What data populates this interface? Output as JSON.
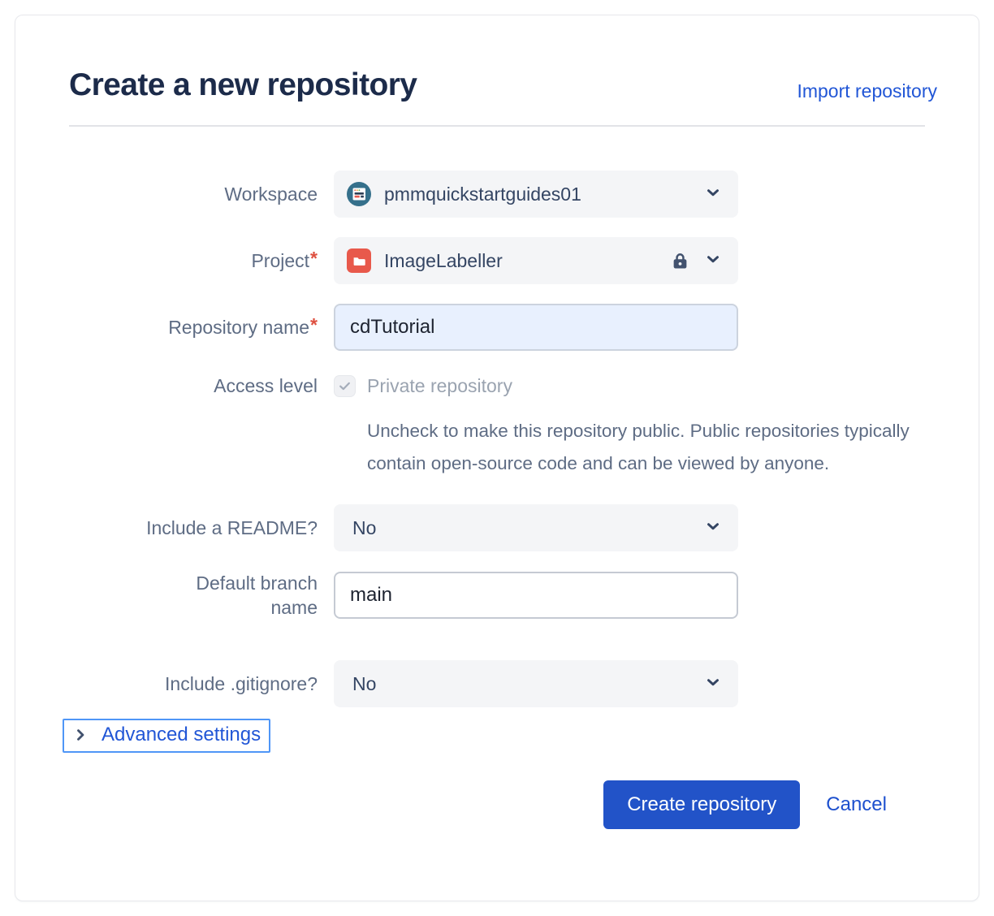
{
  "page": {
    "title": "Create a new repository",
    "import_link": "Import repository"
  },
  "form": {
    "workspace": {
      "label": "Workspace",
      "value": "pmmquickstartguides01",
      "avatar_icon": "workspace-avatar-browser-window"
    },
    "project": {
      "label": "Project",
      "required": "*",
      "value": "ImageLabeller",
      "icons": [
        "folder-icon",
        "lock-icon",
        "chevron-down-icon"
      ]
    },
    "repository_name": {
      "label": "Repository name",
      "required": "*",
      "value": "cdTutorial"
    },
    "access_level": {
      "label": "Access level",
      "checkbox_label": "Private repository",
      "checked": true,
      "disabled": true,
      "help_text": "Uncheck to make this repository public. Public repositories typically contain open-source code and can be viewed by anyone."
    },
    "include_readme": {
      "label": "Include a README?",
      "value": "No"
    },
    "default_branch": {
      "label": "Default branch name",
      "value": "main"
    },
    "include_gitignore": {
      "label": "Include .gitignore?",
      "value": "No"
    },
    "advanced_settings": {
      "label": "Advanced settings",
      "expanded": false
    }
  },
  "actions": {
    "create_label": "Create repository",
    "cancel_label": "Cancel"
  },
  "colors": {
    "title_text": "#1c2b4a",
    "label_text": "#5e6c84",
    "link_blue": "#2156d6",
    "primary_button": "#2253c8",
    "focus_ring": "#4f96f7",
    "field_background": "#f4f5f7",
    "autofill_background": "#e8f0fe",
    "required_asterisk": "#de5040",
    "project_icon_red": "#e8594b",
    "workspace_avatar_teal": "#35708b",
    "icon_navy": "#42526e"
  }
}
